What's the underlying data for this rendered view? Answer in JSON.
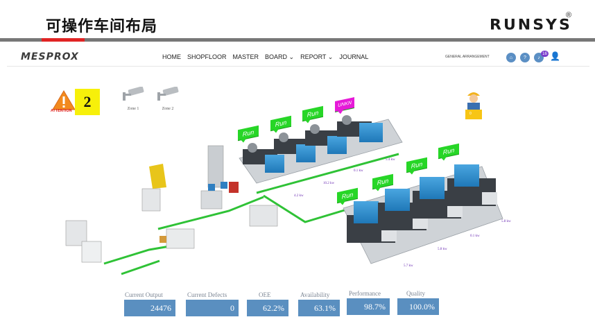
{
  "slide": {
    "title": "可操作车间布局",
    "brand": "RUNSYS",
    "brand_mark": "®"
  },
  "app": {
    "logo": "MESPROX",
    "nav": [
      "HOME",
      "SHOPFLOOR",
      "MASTER",
      "BOARD ⌄",
      "REPORT ⌄",
      "JOURNAL"
    ],
    "right_label": "GENERAL ARRANGEMENT",
    "notification_count": "16"
  },
  "dashboard": {
    "attention_label": "ATTENTION",
    "attention_count": "2",
    "zones": [
      "Zone 1",
      "Zone 2"
    ],
    "worker_label": "0",
    "status_tags": [
      "Run",
      "Run",
      "Run",
      "UNKN",
      "Run",
      "Run",
      "Run",
      "Run"
    ],
    "power_readings": [
      "5.4 kw",
      "0.1 kw",
      "10.2 kw",
      "4.2 kw",
      "5.8 kw",
      "0.1 kw",
      "5.8 kw",
      "5.7 kw"
    ]
  },
  "kpis": [
    {
      "label": "Current Output",
      "value": "24476"
    },
    {
      "label": "Current Defects",
      "value": "0"
    },
    {
      "label": "OEE",
      "value": "62.2%"
    },
    {
      "label": "Availability",
      "value": "63.1%"
    },
    {
      "label": "Performance",
      "value": "98.7%"
    },
    {
      "label": "Quality",
      "value": "100.0%"
    }
  ],
  "colors": {
    "accent_red": "#e02424",
    "kpi_blue": "#5a8fc0",
    "run_green": "#27d627",
    "unkn_magenta": "#e61ad8",
    "attention_yellow": "#f7f00a"
  }
}
